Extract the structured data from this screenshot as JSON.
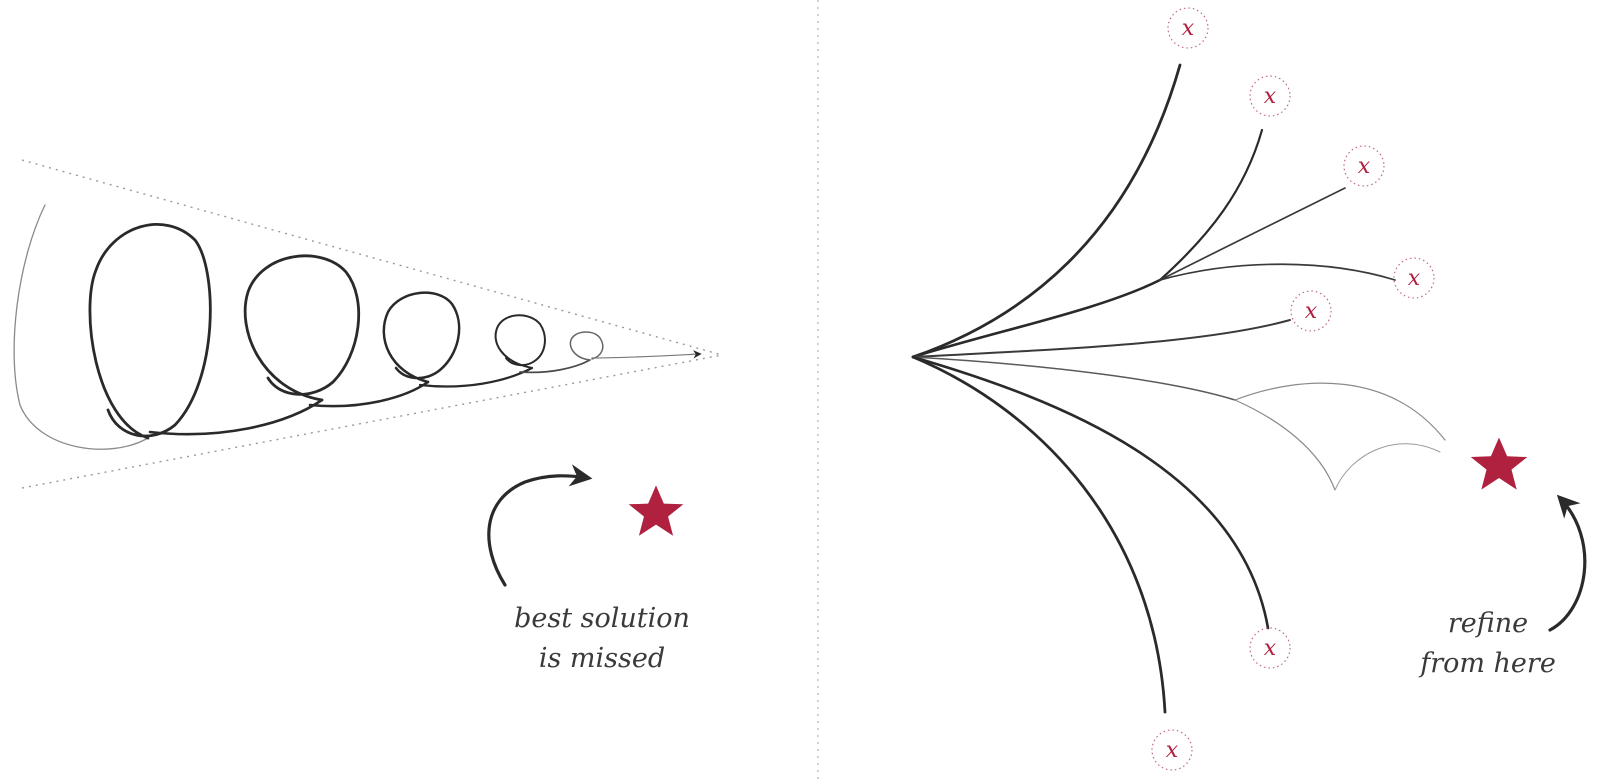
{
  "colors": {
    "accent_star": "#b0203f",
    "stroke_dark": "#2a2a2a",
    "guide": "#9a9a9a",
    "x_marker": "#b0203f"
  },
  "icons": {
    "target": "star-icon",
    "dead_end": "x-marker-icon",
    "redirect": "curved-arrow-icon"
  },
  "left_panel": {
    "caption_line1": "best solution",
    "caption_line2": "is missed"
  },
  "right_panel": {
    "caption_line1": "refine",
    "caption_line2": "from here",
    "dead_end_label": "x"
  }
}
